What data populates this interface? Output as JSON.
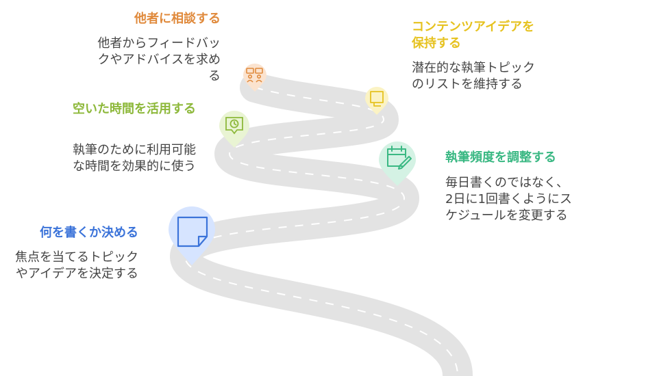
{
  "steps": [
    {
      "title": "何を書くか決める",
      "description": "焦点を当てるトピックやアイデアを決定する",
      "icon": "sticky-note-icon",
      "color": "#3b73d9",
      "pin_fill": "#d6e4ff"
    },
    {
      "title": "空いた時間を活用する",
      "description": "執筆のために利用可能な時間を効果的に使う",
      "icon": "clock-sign-icon",
      "color": "#8db83a",
      "pin_fill": "#e9f4d3"
    },
    {
      "title": "他者に相談する",
      "description": "他者からフィードバックやアドバイスを求める",
      "icon": "people-chat-icon",
      "color": "#e08a3c",
      "pin_fill": "#fbe3cf"
    },
    {
      "title": "コンテンツアイデアを保持する",
      "description": "潜在的な執筆トピックのリストを維持する",
      "icon": "note-board-icon",
      "color": "#e6c21f",
      "pin_fill": "#fbf3c4"
    },
    {
      "title": "執筆頻度を調整する",
      "description": "毎日書くのではなく、2日に1回書くようにスケジュールを変更する",
      "icon": "calendar-edit-icon",
      "color": "#3ab883",
      "pin_fill": "#d4f2e4"
    }
  ]
}
